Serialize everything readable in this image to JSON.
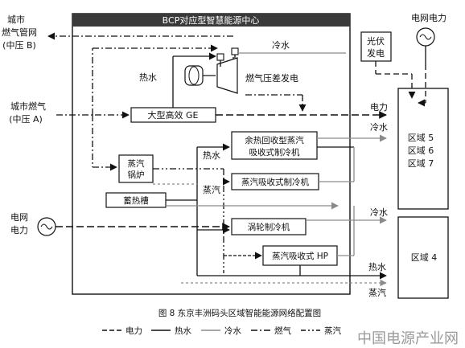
{
  "center": {
    "title": "BCP对应型智慧能源中心"
  },
  "inputs": {
    "gas_b": [
      "城市",
      "燃气管网",
      "(中压 B)"
    ],
    "gas_a": [
      "城市燃气",
      "(中压 A)"
    ],
    "grid_left": [
      "电网",
      "电力"
    ],
    "grid_top": "电网电力",
    "pv": [
      "光伏",
      "发电"
    ]
  },
  "equipment": {
    "ge": "大型高效 GE",
    "steam_boiler": [
      "蒸汽",
      "锅炉"
    ],
    "heat_storage": "蓄热槽",
    "waste_heat_chiller": [
      "余热回收型蒸汽",
      "吸收式制冷机"
    ],
    "steam_chiller": "蒸汽吸收式制冷机",
    "turbo_chiller": "涡轮制冷机",
    "steam_hp": "蒸汽吸收式 HP",
    "gas_turbine": "燃气压差发电"
  },
  "flow_labels": {
    "hot_water_top": "热水",
    "cold_water_top": "冷水",
    "power_main": "电力",
    "cold_water_mid": "冷水",
    "hot_water_mid": "热水",
    "steam_mid": "蒸汽",
    "cold_water_low": "冷水",
    "hot_water_low": "热水",
    "steam_low": "蒸汽"
  },
  "areas": {
    "area_567": [
      "区域 5",
      "区域 6",
      "区域 7"
    ],
    "area_4": "区域 4"
  },
  "caption": "图 8   东京丰洲码头区域智能能源网络配置图",
  "legend": [
    {
      "label": "电力",
      "line": "power"
    },
    {
      "label": "热水",
      "line": "hotwater"
    },
    {
      "label": "冷水",
      "line": "coldwater"
    },
    {
      "label": "燃气",
      "line": "gas"
    },
    {
      "label": "蒸汽",
      "line": "steam"
    }
  ],
  "watermark": "中国电源产业网",
  "colors": {
    "ink": "#111111",
    "cold_water": "#8a8a8a",
    "header_fill": "#3a3a3a",
    "header_text": "#ffffff"
  }
}
